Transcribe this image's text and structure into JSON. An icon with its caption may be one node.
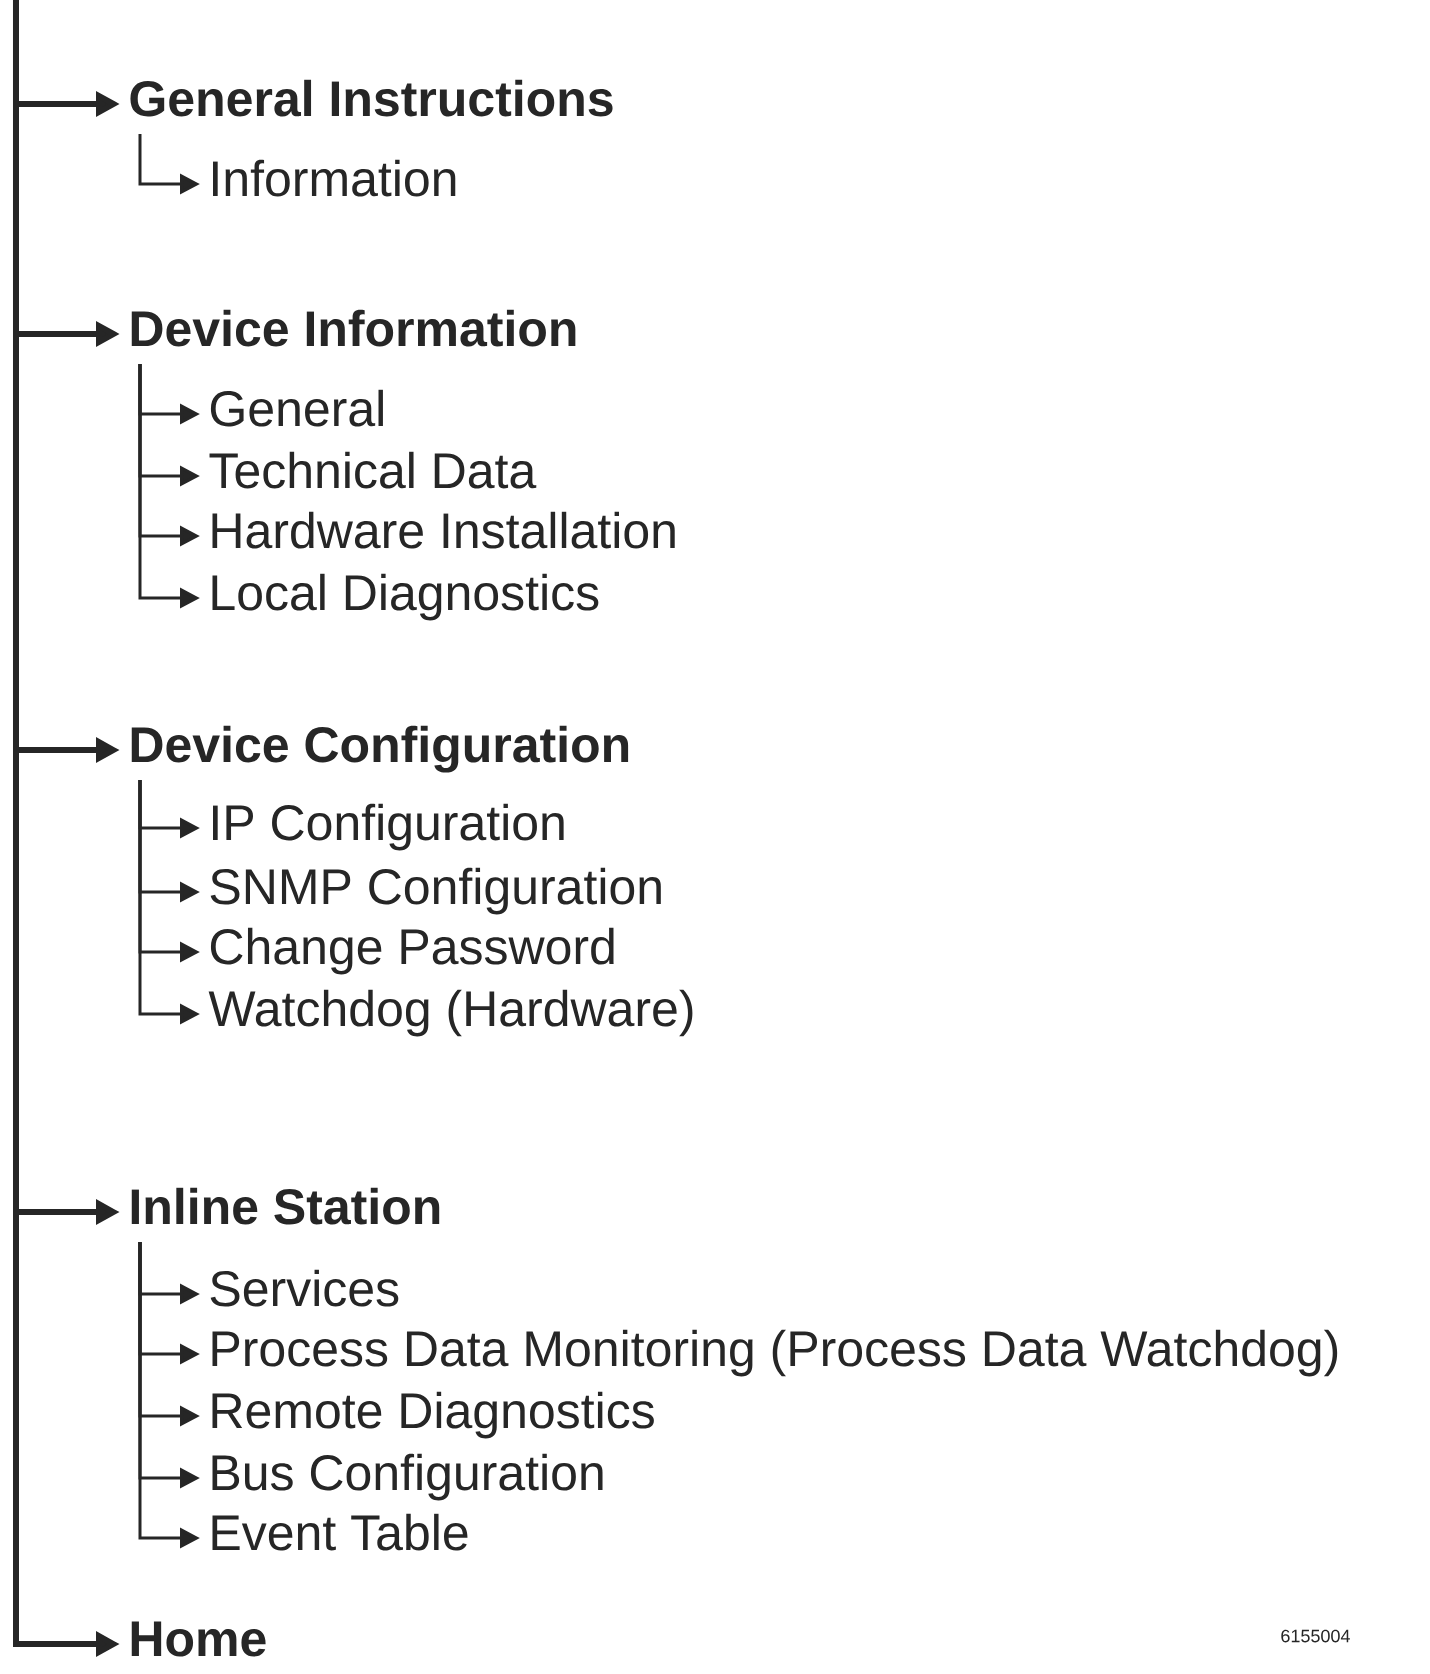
{
  "diagram": {
    "nodes": [
      {
        "text": [
          "General Instructions"
        ]
      },
      {
        "text": [
          "Information"
        ]
      },
      {
        "text": [
          "Device Information"
        ]
      },
      {
        "text": [
          "General"
        ]
      },
      {
        "text": [
          "Technical Data"
        ]
      },
      {
        "text": [
          "Hardware Installation"
        ]
      },
      {
        "text": [
          "Local Diagnostics"
        ]
      },
      {
        "text": [
          "Device Configuration"
        ]
      },
      {
        "text": [
          "IP Configuration"
        ]
      },
      {
        "text": [
          "SNMP Configuration"
        ]
      },
      {
        "text": [
          "Change Password"
        ]
      },
      {
        "text": [
          "Watchdog (Hardware)"
        ]
      },
      {
        "text": [
          "Inline Station"
        ]
      },
      {
        "text": [
          "Services"
        ]
      },
      {
        "text": [
          "Process Data Monitoring (Process Data Watchdog)"
        ]
      },
      {
        "text": [
          "Remote Diagnostics"
        ]
      },
      {
        "text": [
          "Bus Configuration"
        ]
      },
      {
        "text": [
          "Event Table"
        ]
      },
      {
        "text": [
          "Home"
        ]
      }
    ],
    "edges": [
      {
        "from": null,
        "to": 0,
        "arrow": "to",
        "style": "thick"
      },
      {
        "from": 0,
        "to": 1,
        "arrow": "to"
      },
      {
        "from": null,
        "to": 2,
        "arrow": "to",
        "style": "thick"
      },
      {
        "from": 2,
        "to": 3,
        "arrow": "to"
      },
      {
        "from": 2,
        "to": 4,
        "arrow": "to"
      },
      {
        "from": 2,
        "to": 5,
        "arrow": "to"
      },
      {
        "from": 2,
        "to": 6,
        "arrow": "to"
      },
      {
        "from": null,
        "to": 7,
        "arrow": "to",
        "style": "thick"
      },
      {
        "from": 7,
        "to": 8,
        "arrow": "to"
      },
      {
        "from": 7,
        "to": 9,
        "arrow": "to"
      },
      {
        "from": 7,
        "to": 10,
        "arrow": "to"
      },
      {
        "from": 7,
        "to": 11,
        "arrow": "to"
      },
      {
        "from": null,
        "to": 12,
        "arrow": "to",
        "style": "thick"
      },
      {
        "from": 12,
        "to": 13,
        "arrow": "to"
      },
      {
        "from": 12,
        "to": 14,
        "arrow": "to"
      },
      {
        "from": 12,
        "to": 15,
        "arrow": "to"
      },
      {
        "from": 12,
        "to": 16,
        "arrow": "to"
      },
      {
        "from": 12,
        "to": 17,
        "arrow": "to"
      },
      {
        "from": null,
        "to": 18,
        "arrow": "to",
        "style": "thick"
      }
    ],
    "labels": [
      "6155004"
    ]
  }
}
